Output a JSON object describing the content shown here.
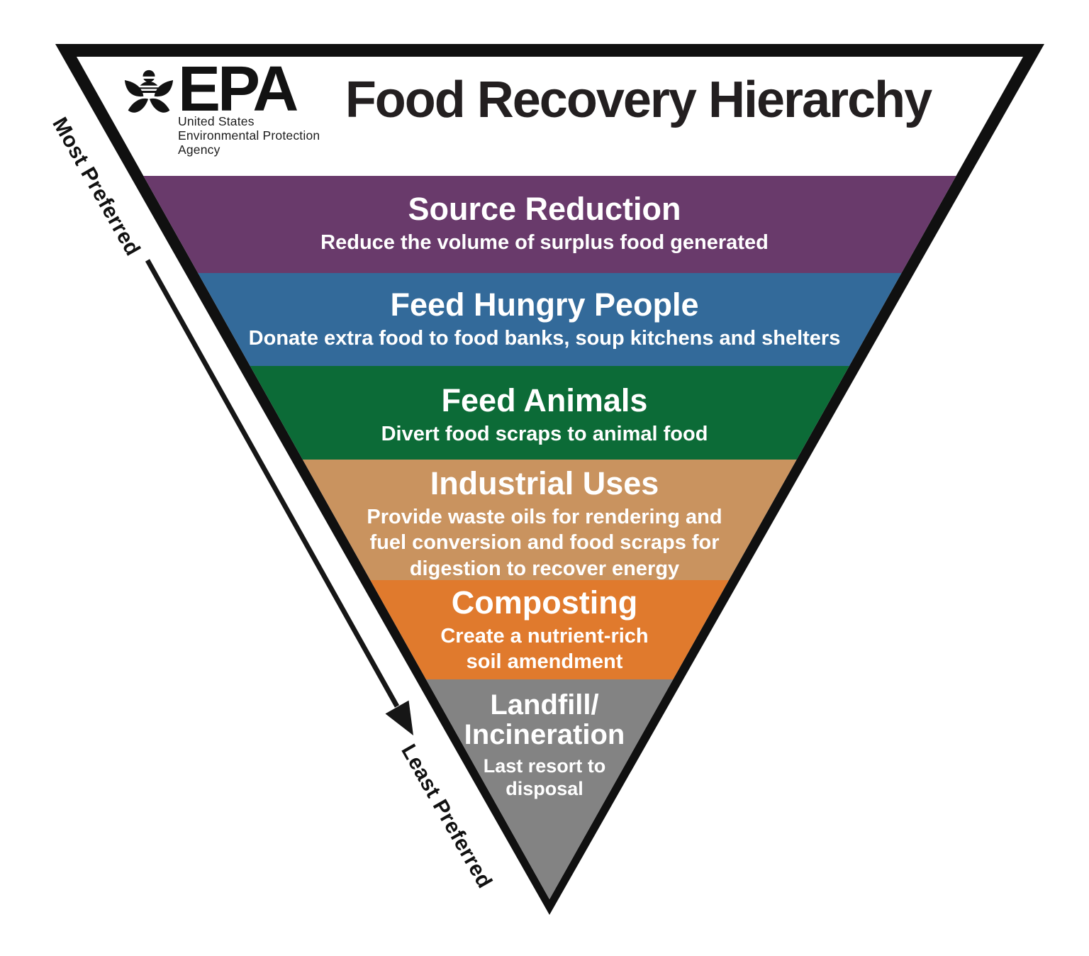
{
  "header": {
    "title": "Food Recovery Hierarchy",
    "epa": {
      "acronym": "EPA",
      "org_lines": [
        "United States",
        "Environmental Protection",
        "Agency"
      ]
    }
  },
  "axis": {
    "most_label": "Most Preferred",
    "least_label": "Least Preferred",
    "arrow_color": "#161616"
  },
  "pyramid": {
    "border_color": "#101010",
    "tiers": [
      {
        "name": "Source Reduction",
        "desc": [
          "Reduce the volume of surplus food generated"
        ],
        "color": "#693a6b"
      },
      {
        "name": "Feed Hungry People",
        "desc": [
          "Donate extra food to food banks, soup kitchens and shelters"
        ],
        "color": "#336a9a"
      },
      {
        "name": "Feed Animals",
        "desc": [
          "Divert food scraps to animal food"
        ],
        "color": "#0c6b37"
      },
      {
        "name": "Industrial Uses",
        "desc": [
          "Provide waste oils for rendering and",
          "fuel conversion and food scraps for",
          "digestion to recover energy"
        ],
        "color": "#c9935f"
      },
      {
        "name": "Composting",
        "desc": [
          "Create a nutrient-rich",
          "soil amendment"
        ],
        "color": "#e07a2d"
      },
      {
        "name": "Landfill/Incineration",
        "name_lines": [
          "Landfill/",
          "Incineration"
        ],
        "desc": [
          "Last resort to",
          "disposal"
        ],
        "color": "#838383"
      }
    ]
  }
}
